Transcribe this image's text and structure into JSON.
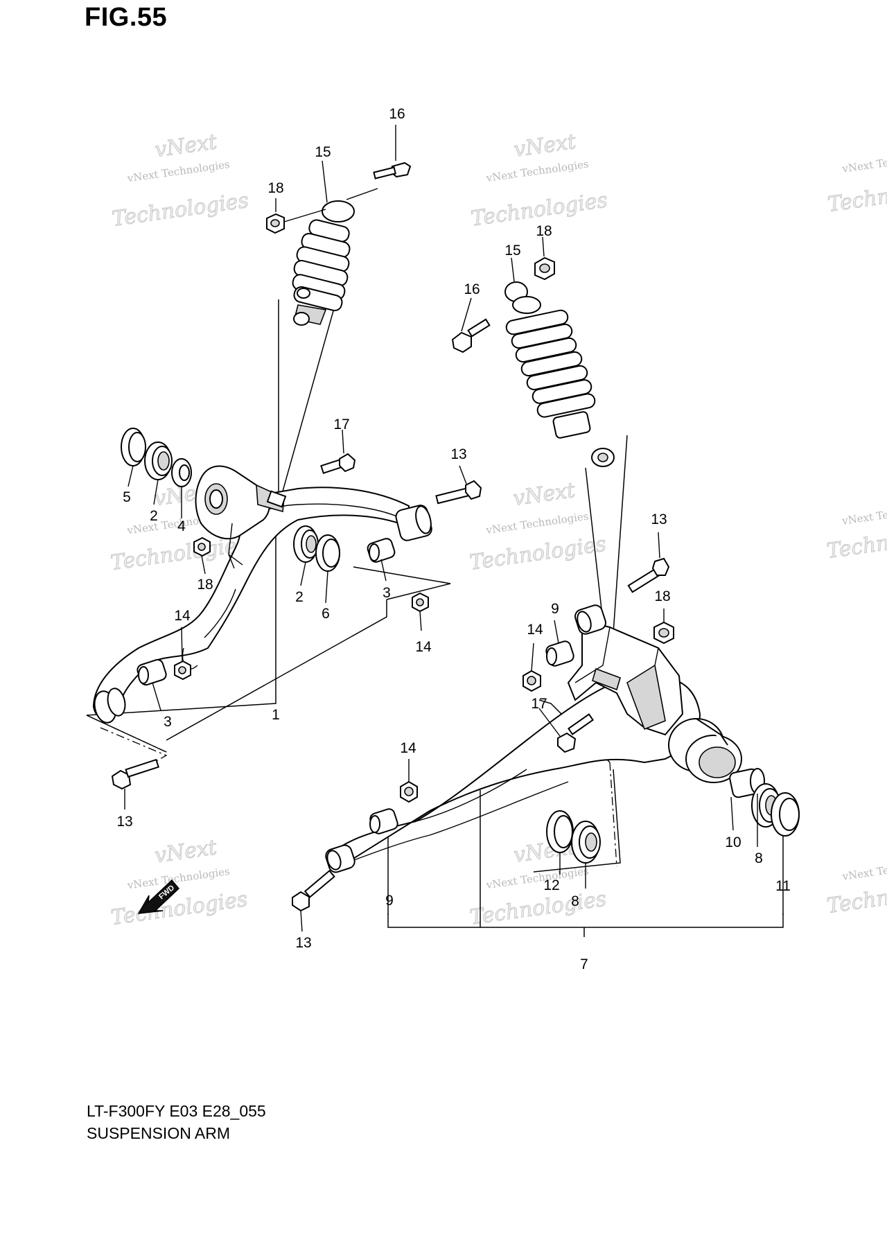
{
  "figure": {
    "title": "FIG.55",
    "model_code": "LT-F300FY E03 E28_055",
    "caption": "SUSPENSION ARM",
    "fwd_label": "FWD"
  },
  "watermark": {
    "line1": "vNext Technologies",
    "line2": "Technologies",
    "brand": "vNext"
  },
  "callouts": [
    {
      "id": "c16a",
      "label": "16"
    },
    {
      "id": "c15a",
      "label": "15"
    },
    {
      "id": "c18a",
      "label": "18"
    },
    {
      "id": "c18b",
      "label": "18"
    },
    {
      "id": "c15b",
      "label": "15"
    },
    {
      "id": "c16b",
      "label": "16"
    },
    {
      "id": "c17a",
      "label": "17"
    },
    {
      "id": "c13a",
      "label": "13"
    },
    {
      "id": "c5",
      "label": "5"
    },
    {
      "id": "c2a",
      "label": "2"
    },
    {
      "id": "c4",
      "label": "4"
    },
    {
      "id": "c18c",
      "label": "18"
    },
    {
      "id": "c2b",
      "label": "2"
    },
    {
      "id": "c6",
      "label": "6"
    },
    {
      "id": "c3a",
      "label": "3"
    },
    {
      "id": "c14a",
      "label": "14"
    },
    {
      "id": "c14b",
      "label": "14"
    },
    {
      "id": "c13b",
      "label": "13"
    },
    {
      "id": "c18d",
      "label": "18"
    },
    {
      "id": "c9a",
      "label": "9"
    },
    {
      "id": "c14c",
      "label": "14"
    },
    {
      "id": "c1",
      "label": "1"
    },
    {
      "id": "c3b",
      "label": "3"
    },
    {
      "id": "c17b",
      "label": "17"
    },
    {
      "id": "c14d",
      "label": "14"
    },
    {
      "id": "c13c",
      "label": "13"
    },
    {
      "id": "c10",
      "label": "10"
    },
    {
      "id": "c8a",
      "label": "8"
    },
    {
      "id": "c12",
      "label": "12"
    },
    {
      "id": "c8b",
      "label": "8"
    },
    {
      "id": "c11",
      "label": "11"
    },
    {
      "id": "c9b",
      "label": "9"
    },
    {
      "id": "c13d",
      "label": "13"
    },
    {
      "id": "c7",
      "label": "7"
    }
  ]
}
